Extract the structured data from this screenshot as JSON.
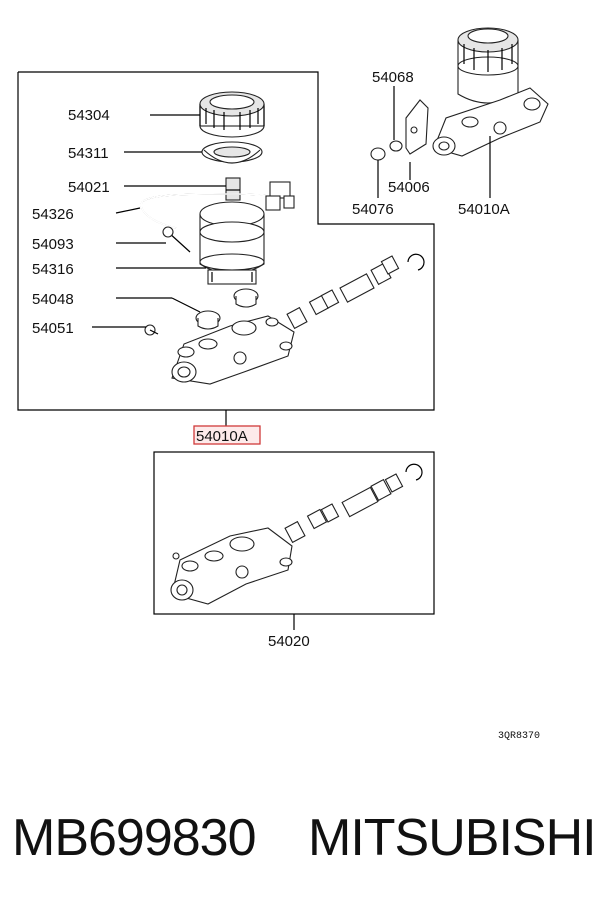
{
  "diagram": {
    "labels": {
      "p54304": "54304",
      "p54311": "54311",
      "p54021": "54021",
      "p54326": "54326",
      "p54093": "54093",
      "p54316": "54316",
      "p54048": "54048",
      "p54051": "54051",
      "p54068": "54068",
      "p54006": "54006",
      "p54076": "54076",
      "p54010A_top": "54010A",
      "p54010A_selected": "54010A",
      "p54020": "54020"
    },
    "selected_part": "54010A",
    "highlight_color": "#d03a3a",
    "drawing_code": "3QR8370"
  },
  "footer": {
    "part_number": "MB699830",
    "brand": "MITSUBISHI"
  }
}
